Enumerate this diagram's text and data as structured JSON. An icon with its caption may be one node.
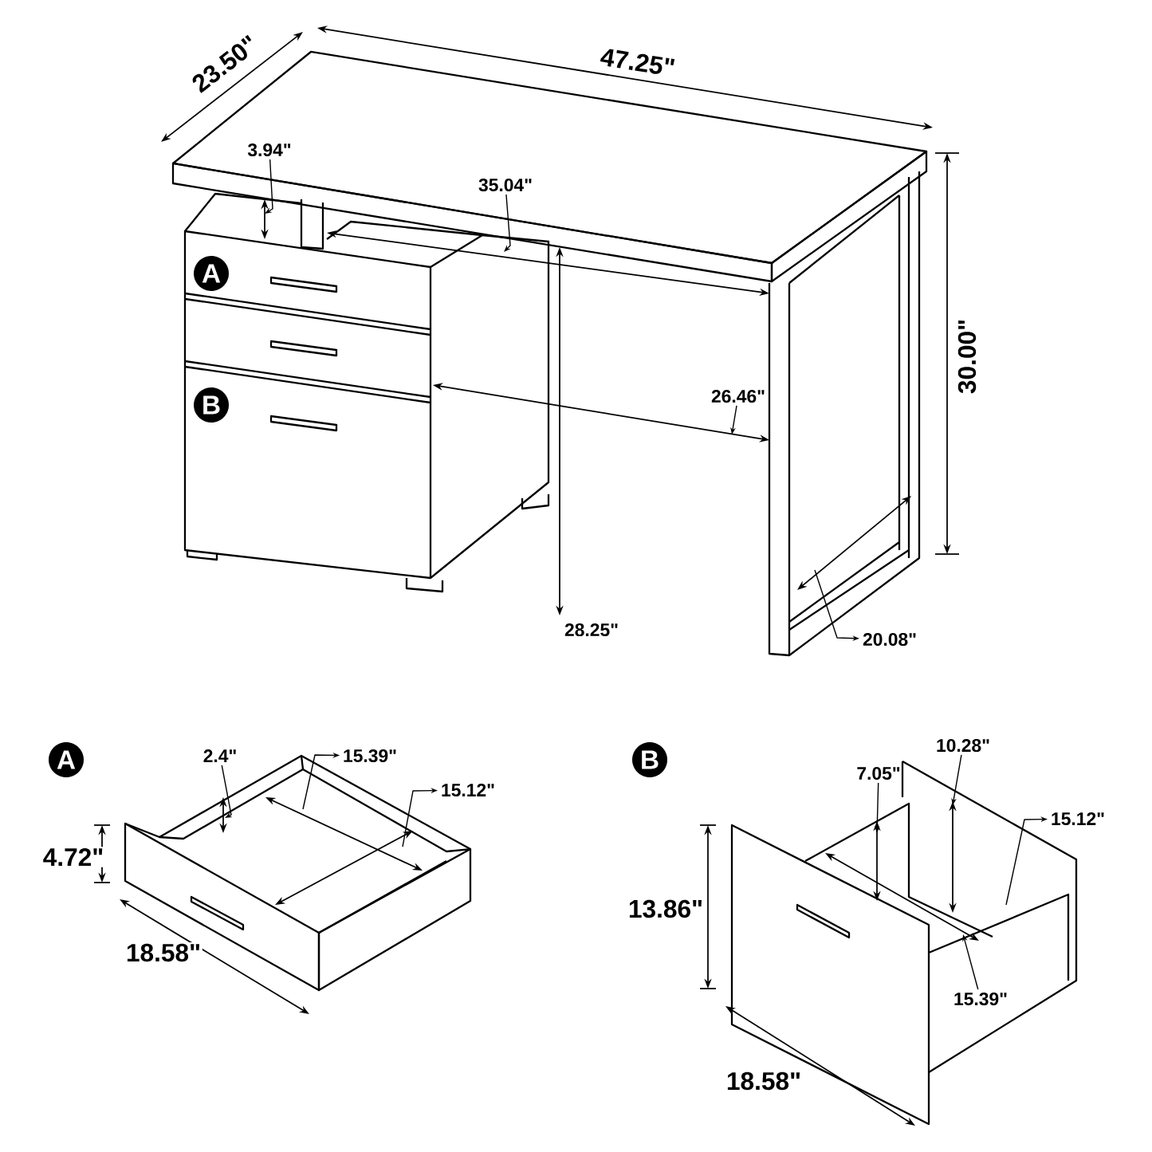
{
  "diagram": {
    "nodes": [
      {
        "text": [
          "A"
        ]
      },
      {
        "text": [
          "B"
        ]
      },
      {
        "text": [
          "A"
        ]
      },
      {
        "text": [
          "B"
        ]
      },
      {
        "text": [
          "3.94\""
        ]
      },
      {
        "text": [
          "35.04\""
        ]
      },
      {
        "text": [
          "26.46\""
        ]
      },
      {
        "text": [
          "20.08\""
        ]
      },
      {
        "text": [
          "2.4\""
        ]
      },
      {
        "text": [
          "15.39\""
        ]
      },
      {
        "text": [
          "15.12\""
        ]
      },
      {
        "text": [
          "10.28\""
        ]
      },
      {
        "text": [
          "7.05\""
        ]
      },
      {
        "text": [
          "15.12\""
        ]
      },
      {
        "text": [
          "15.39\""
        ]
      }
    ],
    "edges": [
      {
        "from": 4,
        "to": null,
        "arrow": "to"
      },
      {
        "from": 5,
        "to": null,
        "arrow": "to"
      },
      {
        "from": 6,
        "to": null,
        "arrow": "to"
      },
      {
        "from": null,
        "to": 7,
        "arrow": "to"
      },
      {
        "from": 8,
        "to": null,
        "arrow": "to"
      },
      {
        "from": null,
        "to": 9,
        "arrow": "to"
      },
      {
        "from": null,
        "to": 10,
        "arrow": "to"
      },
      {
        "from": 11,
        "to": null,
        "arrow": "to"
      },
      {
        "from": 12,
        "to": null,
        "arrow": "to"
      },
      {
        "from": null,
        "to": 13,
        "arrow": "to"
      },
      {
        "from": 14,
        "to": null,
        "arrow": "to"
      }
    ],
    "labels": [
      "23.50\"",
      "47.25\"",
      "30.00\"",
      "28.25\"",
      "4.72\"",
      "18.58\"",
      "13.86\"",
      "18.58\""
    ]
  }
}
